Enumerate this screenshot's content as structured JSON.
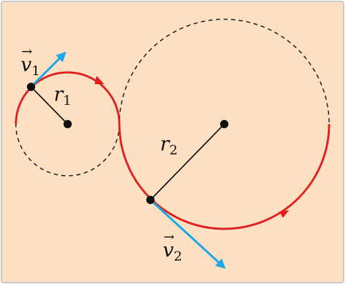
{
  "colors": {
    "background": "#fde0c2",
    "border": "#c9c9c9",
    "path": "#e02020",
    "velocity": "#1aa8e6",
    "dashed": "#222222",
    "radius": "#111111",
    "point": "#111111"
  },
  "labels": {
    "v1": {
      "main": "v",
      "sub": "1",
      "arrow": "→"
    },
    "v2": {
      "main": "v",
      "sub": "2",
      "arrow": "→"
    },
    "r1": {
      "main": "r",
      "sub": "1"
    },
    "r2": {
      "main": "r",
      "sub": "2"
    }
  }
}
